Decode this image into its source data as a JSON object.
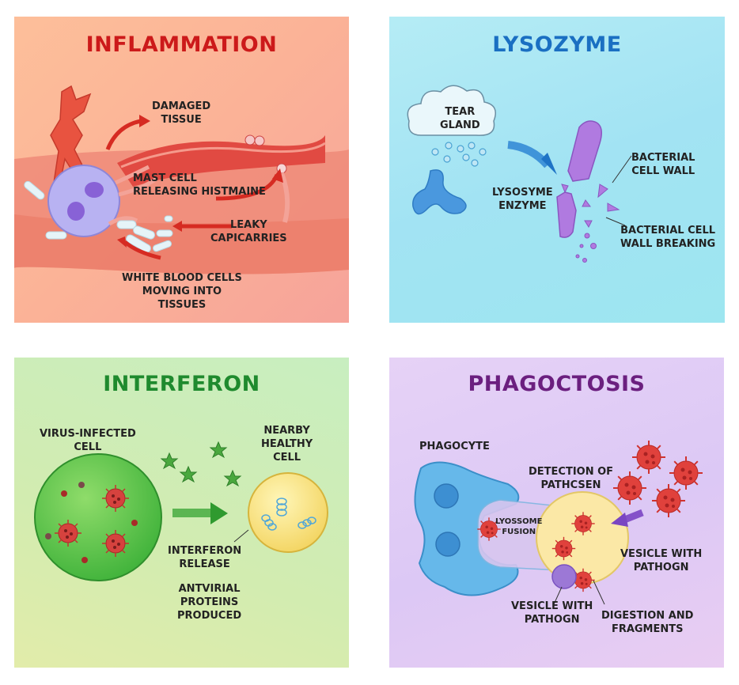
{
  "panels": {
    "inflammation": {
      "title": "INFLAMMATION",
      "title_color": "#cc1a1a",
      "labels": {
        "damaged_tissue": [
          "DAMAGED",
          "TISSUE"
        ],
        "mast_cell": [
          "MAST CELL",
          "RELEASING HISTMAINE"
        ],
        "leaky_capillaries": [
          "LEAKY",
          "CAPICARRIES"
        ],
        "white_blood_cells": [
          "WHITE BLOOD CELLS",
          "MOVING INTO",
          "TISSUES"
        ]
      }
    },
    "lysozyme": {
      "title": "LYSOZYME",
      "title_color": "#1a6fc2",
      "labels": {
        "tear_gland": [
          "TEAR",
          "GLAND"
        ],
        "lysosyme_enzyme": [
          "LYSOSYME",
          "ENZYME"
        ],
        "bacterial_cell_wall": [
          "BACTERIAL",
          "CELL WALL"
        ],
        "cell_wall_breaking": [
          "BACTERIAL CELL",
          "WALL BREAKING"
        ]
      }
    },
    "interferon": {
      "title": "INTERFERON",
      "title_color": "#1f8a2e",
      "labels": {
        "virus_infected_cell": [
          "VIRUS-INFECTED",
          "CELL"
        ],
        "nearby_healthy_cell": [
          "NEARBY",
          "HEALTHY",
          "CELL"
        ],
        "interferon_release": [
          "INTERFERON",
          "RELEASE"
        ],
        "antiviral_proteins": [
          "ANTVIRIAL",
          "PROTEINS",
          "PRODUCED"
        ]
      }
    },
    "phagocytosis": {
      "title": "PHAGOCTOSIS",
      "title_color": "#6b1f7f",
      "labels": {
        "phagocyte": [
          "PHAGOCYTE"
        ],
        "detection_of_pathogen": [
          "DETECTION OF",
          "PATHCSEN"
        ],
        "lysosome_fusion": [
          "LYOSSOME",
          "FUSION"
        ],
        "vesicle_right": [
          "VESICLE WITH",
          "PATHOGN"
        ],
        "vesicle_bottom": [
          "VESICLE WITH",
          "PATHOGN"
        ],
        "digestion": [
          "DIGESTION AND",
          "FRAGMENTS"
        ]
      }
    }
  }
}
